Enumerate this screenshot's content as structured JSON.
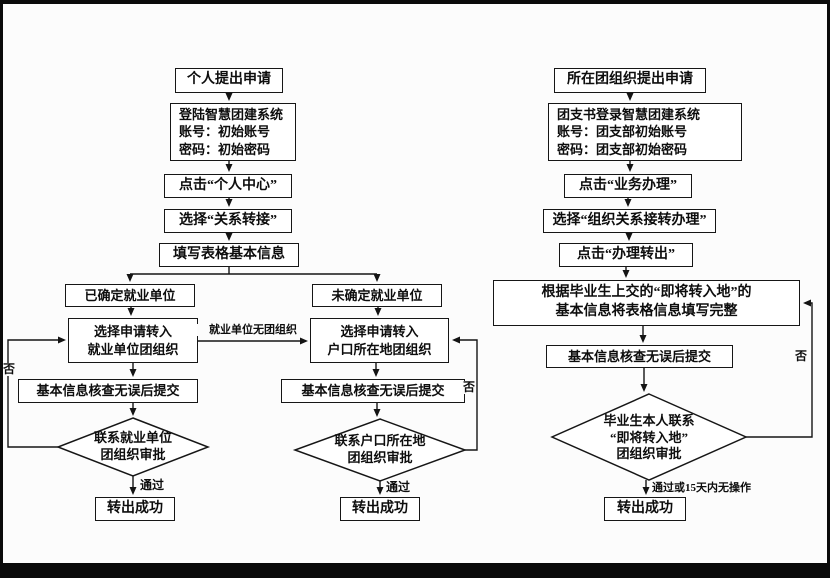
{
  "left": {
    "apply": "个人提出申请",
    "login": [
      "登陆智慧团建系统",
      "账号：初始账号",
      "密码：初始密码"
    ],
    "personal_center": "点击“个人中心”",
    "relation_transfer": "选择“关系转接”",
    "fill_form": "填写表格基本信息",
    "confirmed": "已确定就业单位",
    "unconfirmed": "未确定就业单位",
    "to_employer": [
      "选择申请转入",
      "就业单位团组织"
    ],
    "no_org_label": "就业单位无团组织",
    "to_household": [
      "选择申请转入",
      "户口所在地团组织"
    ],
    "check": "基本信息核查无误后提交",
    "approve_employer": [
      "联系就业单位",
      "团组织审批"
    ],
    "approve_household": [
      "联系户口所在地",
      "团组织审批"
    ],
    "pass_label": "通过",
    "no_label": "否",
    "success": "转出成功"
  },
  "right": {
    "apply": "所在团组织提出申请",
    "login": [
      "团支书登录智慧团建系统",
      "账号：团支部初始账号",
      "密码：团支部初始密码"
    ],
    "business": "点击“业务办理”",
    "org_transfer": "选择“组织关系接转办理”",
    "transfer_out": "点击“办理转出”",
    "fill_form": [
      "根据毕业生上交的“即将转入地”的",
      "基本信息将表格信息填写完整"
    ],
    "check": "基本信息核查无误后提交",
    "approve": [
      "毕业生本人联系",
      "“即将转入地”",
      "团组织审批"
    ],
    "pass_label": "通过或15天内无操作",
    "no_label": "否",
    "success": "转出成功"
  }
}
